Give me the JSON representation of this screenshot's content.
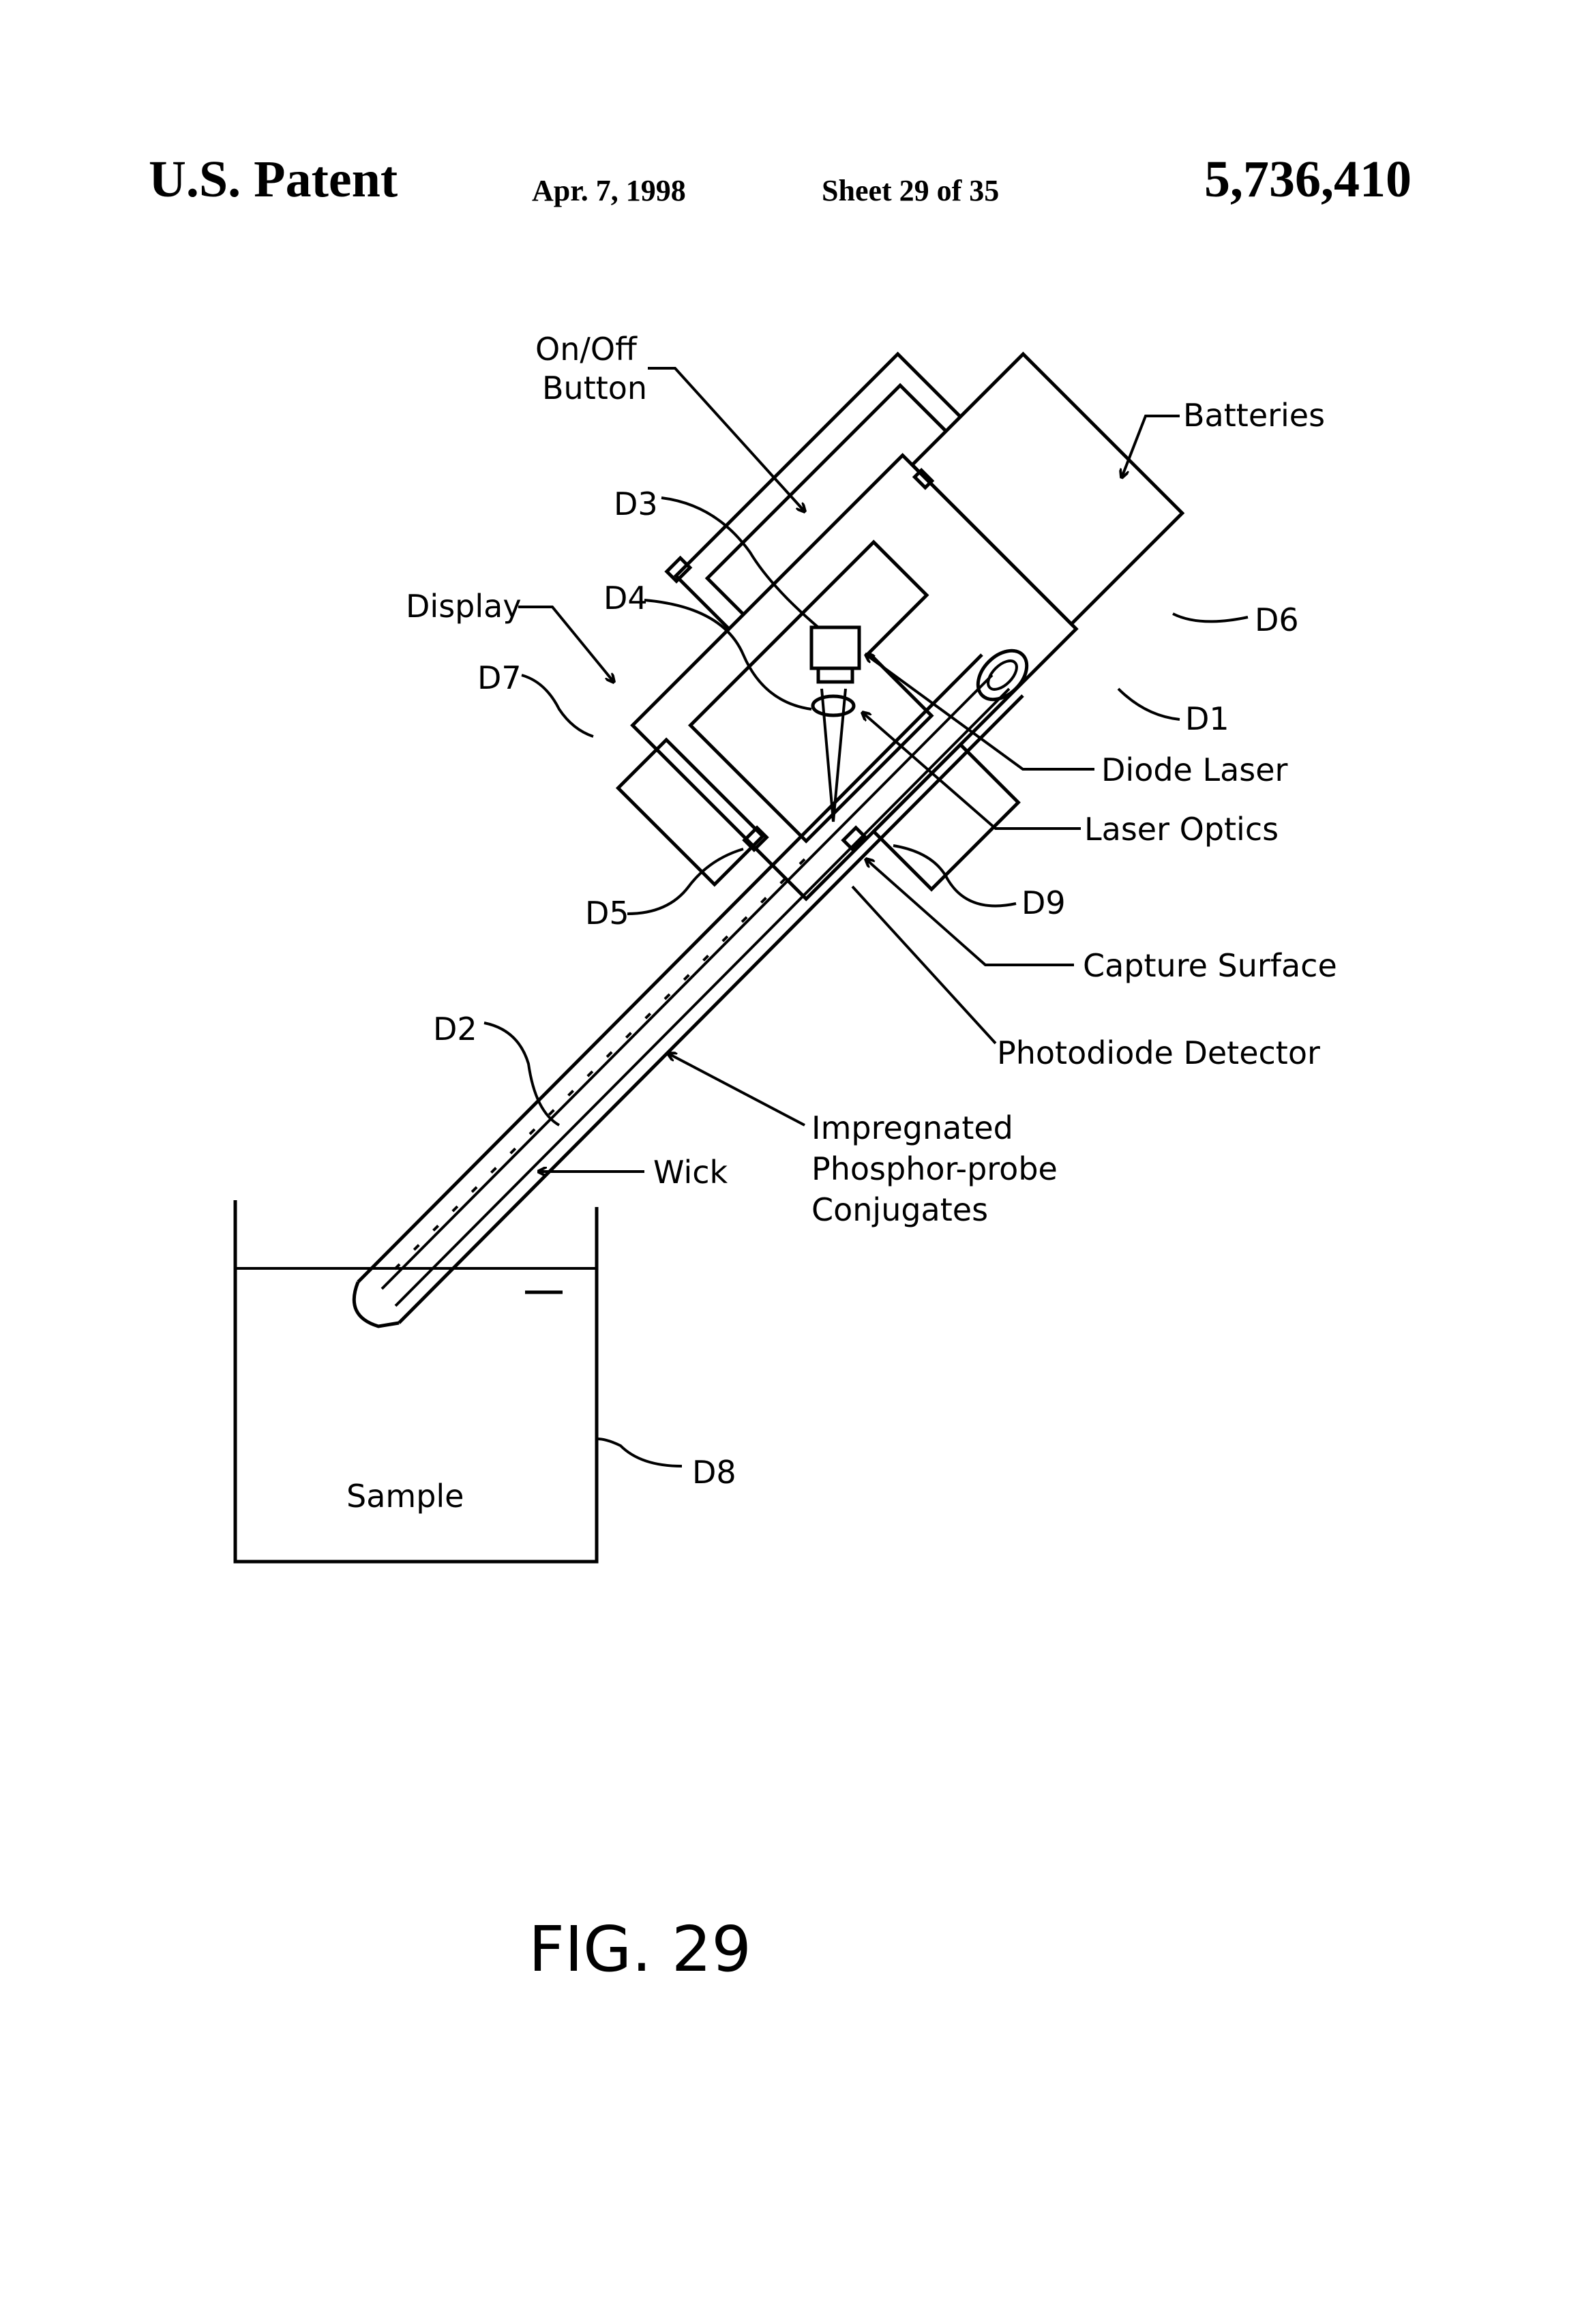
{
  "header": {
    "left": "U.S. Patent",
    "date": "Apr. 7, 1998",
    "sheet": "Sheet 29 of 35",
    "number": "5,736,410"
  },
  "labels": {
    "on_off_button_1": "On/Off",
    "on_off_button_2": "Button",
    "batteries": "Batteries",
    "d3": "D3",
    "display": "Display",
    "d4": "D4",
    "d6": "D6",
    "d7": "D7",
    "d1": "D1",
    "diode_laser": "Diode Laser",
    "laser_optics": "Laser Optics",
    "d5": "D5",
    "d9": "D9",
    "capture_surface": "Capture Surface",
    "photodiode_detector": "Photodiode Detector",
    "d2": "D2",
    "impregnated_1": "Impregnated",
    "impregnated_2": "Phosphor-probe",
    "impregnated_3": "Conjugates",
    "wick": "Wick",
    "d8": "D8",
    "sample": "Sample"
  },
  "figure_label": "FIG. 29"
}
